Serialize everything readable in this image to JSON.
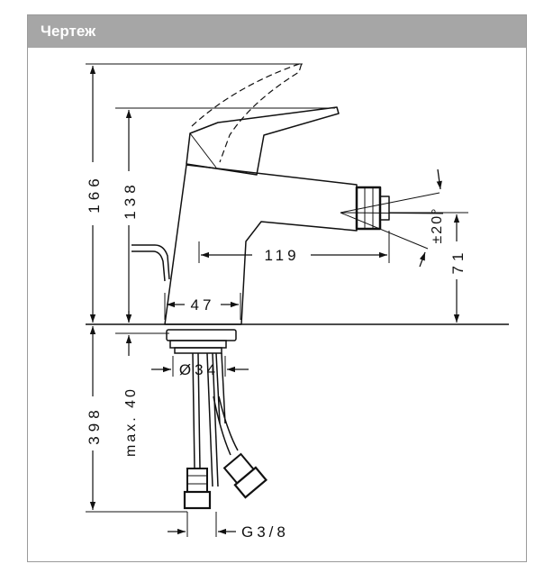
{
  "panel": {
    "title": "Чертеж"
  },
  "colors": {
    "header_bg": "#a6a6a6",
    "header_text": "#ffffff",
    "line": "#111111"
  },
  "dimensions": {
    "total_height": "166",
    "body_height": "138",
    "spout_reach": "119",
    "base_width": "47",
    "aerator_height": "71",
    "swivel_angle": "±20°",
    "below_deck": "398",
    "max_deck": "max. 40",
    "shank_diameter": "Ø34",
    "connection": "G3/8"
  }
}
